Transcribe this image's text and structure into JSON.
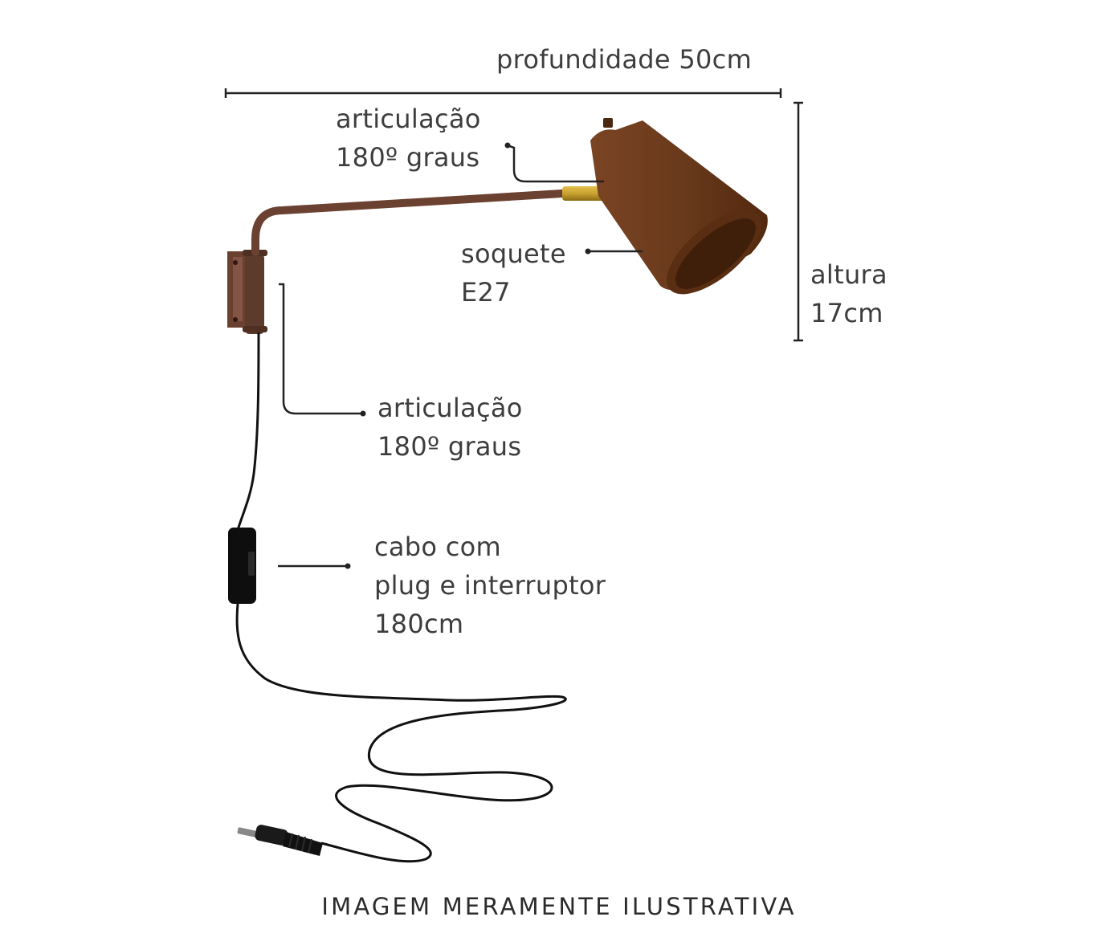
{
  "labels": {
    "depth": "profundidade 50cm",
    "joint_top": [
      "articulação",
      "180º graus"
    ],
    "socket": [
      "soquete",
      "E27"
    ],
    "height": [
      "altura",
      "17cm"
    ],
    "joint_mid": [
      "articulação",
      "180º graus"
    ],
    "cable": [
      "cabo com",
      "plug e interruptor",
      "180cm"
    ]
  },
  "footer": "IMAGEM MERAMENTE ILUSTRATIVA",
  "colors": {
    "shade": "#6e3d1f",
    "arm": "#6b4232",
    "brass": "#c9a230",
    "cable": "#111111",
    "dimension_line": "#222222",
    "text": "#3d3d3d"
  }
}
